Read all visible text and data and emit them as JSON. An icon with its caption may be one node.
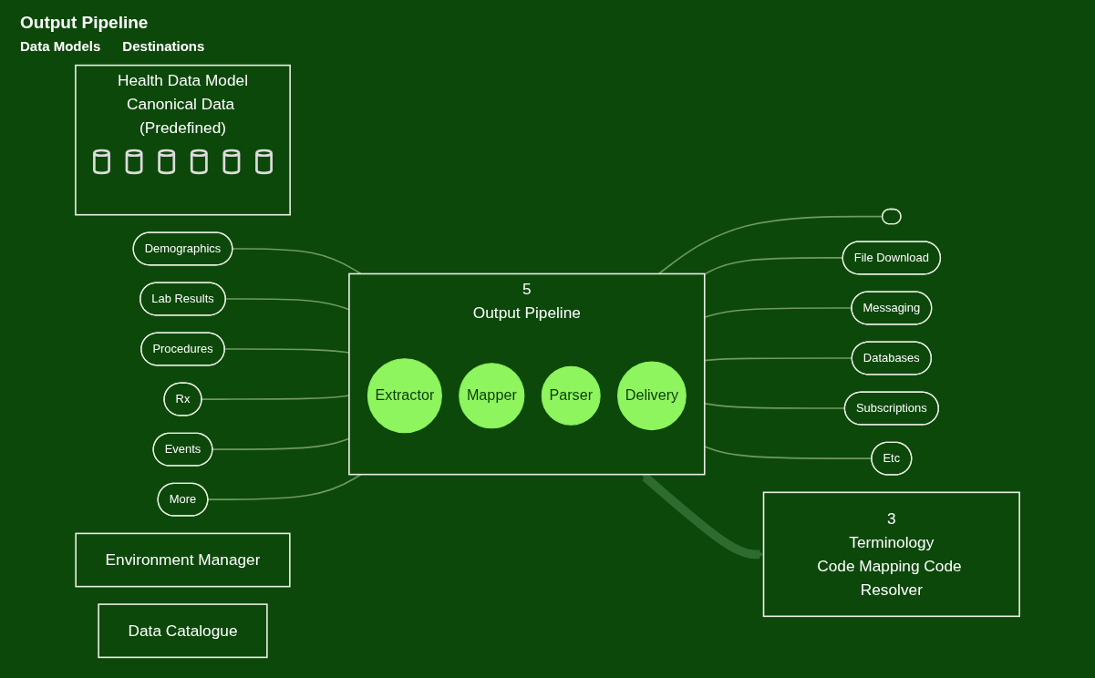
{
  "diagram": {
    "title": "Output Pipeline",
    "nodes": [
      {
        "text": [
          "Health Data Model",
          "Canonical Data (Predefined)"
        ]
      },
      {
        "text": [],
        "shape": "cylinder",
        "in": 0
      },
      {
        "text": [],
        "shape": "cylinder",
        "in": 0
      },
      {
        "text": [],
        "shape": "cylinder",
        "in": 0
      },
      {
        "text": [],
        "shape": "cylinder",
        "in": 0
      },
      {
        "text": [],
        "shape": "cylinder",
        "in": 0
      },
      {
        "text": [],
        "shape": "cylinder",
        "in": 0
      },
      {
        "text": [
          "Demographics"
        ]
      },
      {
        "text": [
          "Lab Results"
        ]
      },
      {
        "text": [
          "Procedures"
        ]
      },
      {
        "text": [
          "Rx"
        ]
      },
      {
        "text": [
          "Events"
        ]
      },
      {
        "text": [
          "More"
        ]
      },
      {
        "text": [
          "Environment Manager"
        ]
      },
      {
        "text": [
          "Data Catalogue"
        ]
      },
      {
        "text": [
          "5",
          "Output Pipeline"
        ]
      },
      {
        "text": [
          "Extractor"
        ],
        "in": 15
      },
      {
        "text": [
          "Mapper"
        ],
        "in": 15
      },
      {
        "text": [
          "Parser"
        ],
        "in": 15
      },
      {
        "text": [
          "Delivery"
        ],
        "in": 15
      },
      {
        "text": [
          "3",
          "Terminology",
          "Code Mapping Code Resolver"
        ]
      },
      {
        "text": [],
        "shape": "box"
      },
      {
        "text": [
          "File Download"
        ]
      },
      {
        "text": [
          "Messaging"
        ]
      },
      {
        "text": [
          "Databases"
        ]
      },
      {
        "text": [
          "Subscriptions"
        ]
      },
      {
        "text": [
          "Etc"
        ]
      }
    ],
    "edges": [
      {
        "from": 7,
        "to": 15,
        "arrow": "none"
      },
      {
        "from": 8,
        "to": 15,
        "arrow": "none"
      },
      {
        "from": 9,
        "to": 15,
        "arrow": "none"
      },
      {
        "from": 10,
        "to": 15,
        "arrow": "none"
      },
      {
        "from": 11,
        "to": 15,
        "arrow": "none"
      },
      {
        "from": 12,
        "to": 15,
        "arrow": "none"
      },
      {
        "from": 15,
        "to": 21,
        "arrow": "none"
      },
      {
        "from": 15,
        "to": 22,
        "arrow": "none"
      },
      {
        "from": 15,
        "to": 23,
        "arrow": "none"
      },
      {
        "from": 15,
        "to": 24,
        "arrow": "none"
      },
      {
        "from": 15,
        "to": 25,
        "arrow": "none"
      },
      {
        "from": 15,
        "to": 26,
        "arrow": "none"
      },
      {
        "from": 15,
        "to": 20,
        "arrow": "both",
        "style": "thick",
        "color": "#2e6b2e"
      }
    ],
    "labels": [
      "Data Models",
      "Destinations"
    ]
  }
}
